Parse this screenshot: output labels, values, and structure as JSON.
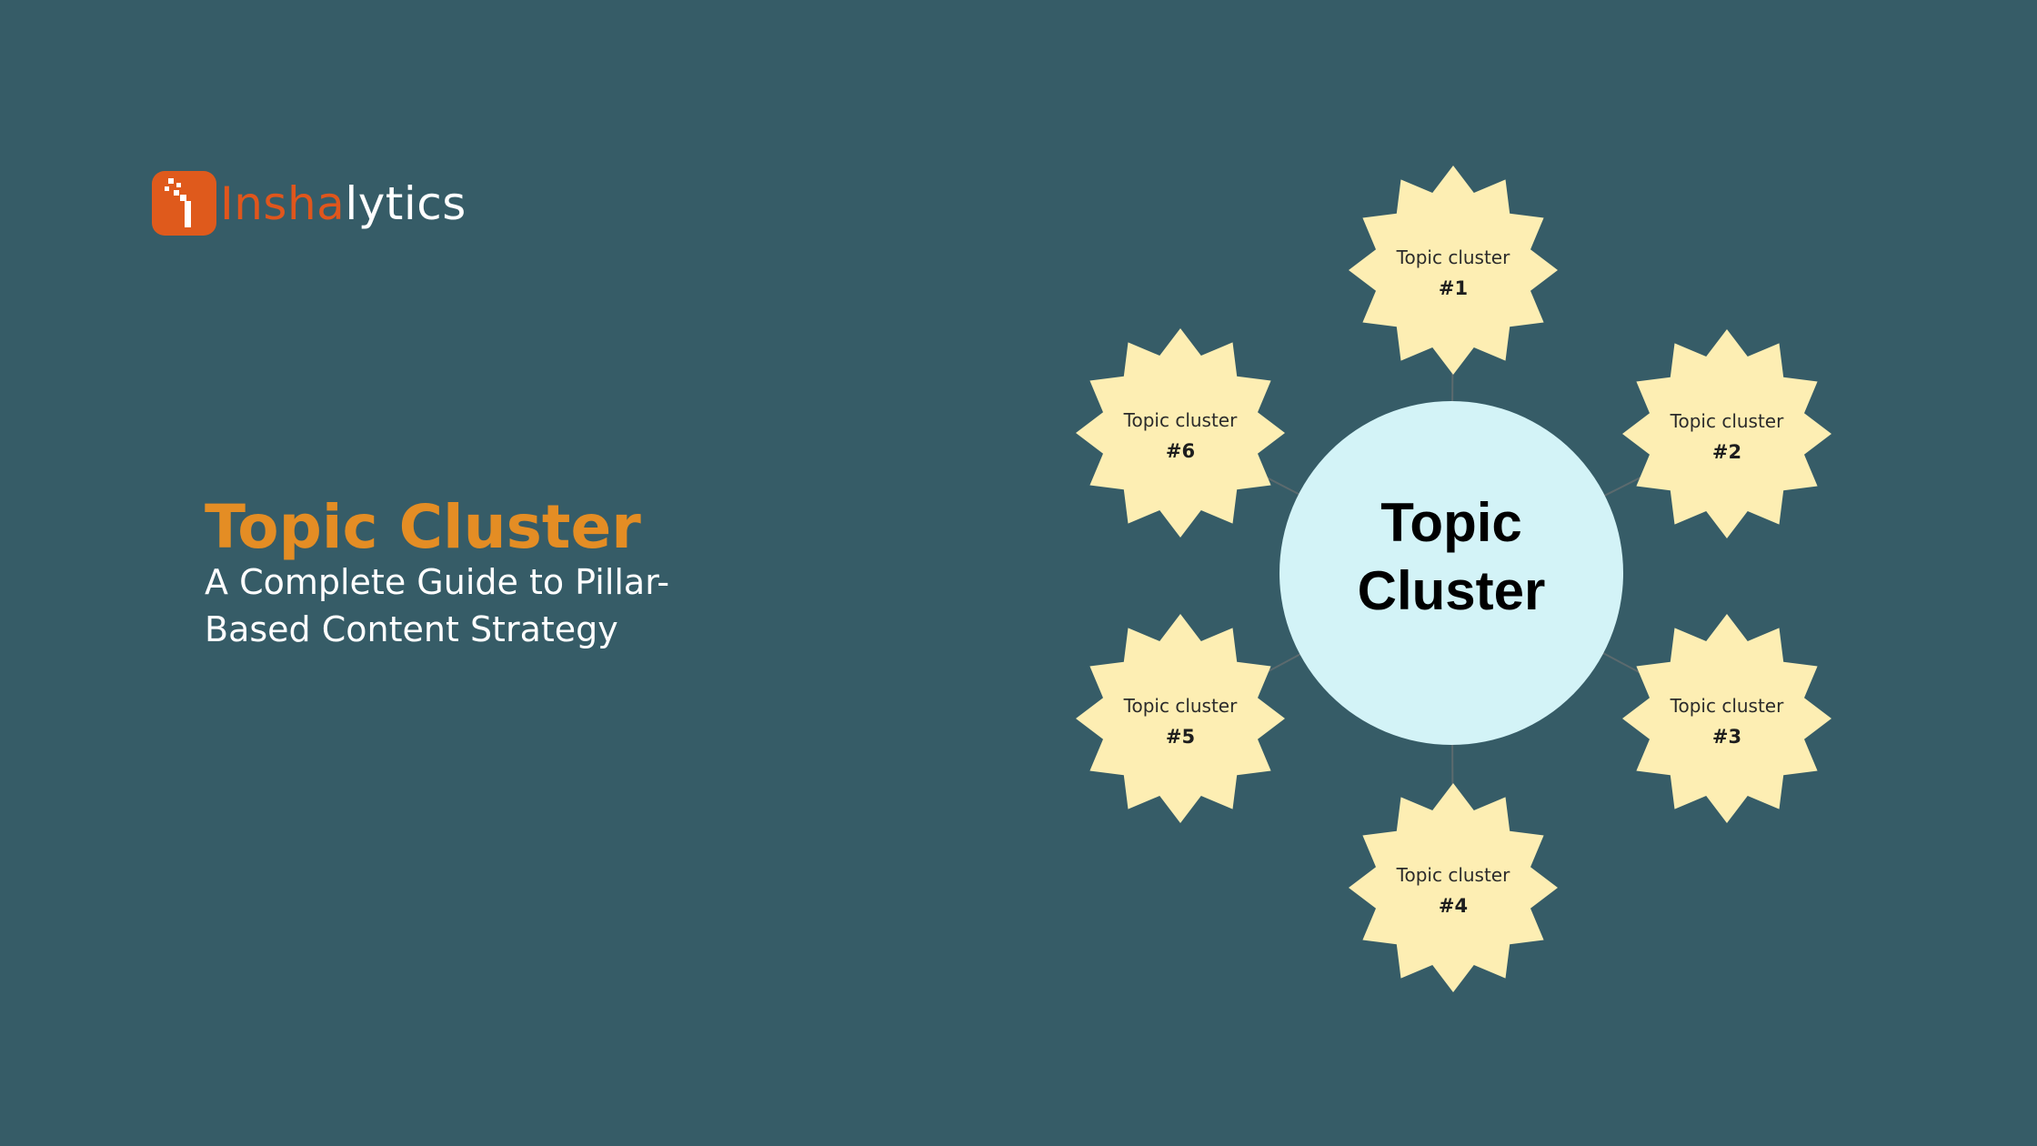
{
  "brand": {
    "name_part_a": "Insha",
    "name_part_b": "lytics",
    "accent_color": "#e0561c"
  },
  "hero": {
    "title": "Topic Cluster",
    "subtitle": "A Complete Guide to Pillar-Based Content Strategy",
    "title_color": "#e48d24"
  },
  "diagram": {
    "center": {
      "line1": "Topic",
      "line2": "Cluster",
      "fill_color": "#d3f3f7"
    },
    "node_fill_color": "#fdeeb3",
    "nodes": [
      {
        "label": "Topic cluster",
        "number": "#1"
      },
      {
        "label": "Topic cluster",
        "number": "#2"
      },
      {
        "label": "Topic cluster",
        "number": "#3"
      },
      {
        "label": "Topic cluster",
        "number": "#4"
      },
      {
        "label": "Topic cluster",
        "number": "#5"
      },
      {
        "label": "Topic cluster",
        "number": "#6"
      }
    ]
  }
}
